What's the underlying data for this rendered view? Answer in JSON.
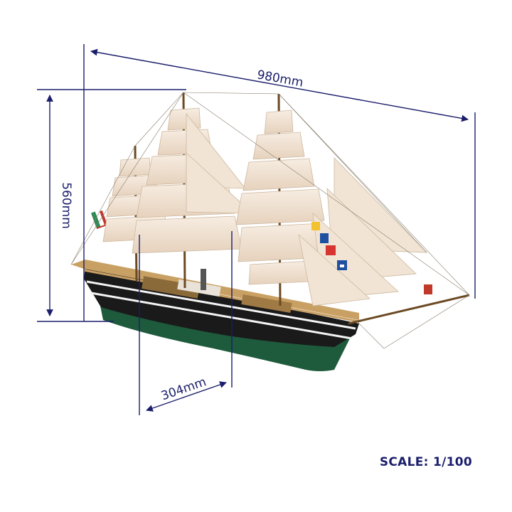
{
  "dimensions": {
    "length": "980mm",
    "height": "560mm",
    "beam": "304mm"
  },
  "scale": "SCALE: 1/100",
  "colors": {
    "dimension_lines": "#1b1e6b",
    "sails": "#f3e6d6",
    "hull_dark": "#1a1a1a",
    "hull_green": "#1e5a3c",
    "deck": "#c9a064"
  }
}
